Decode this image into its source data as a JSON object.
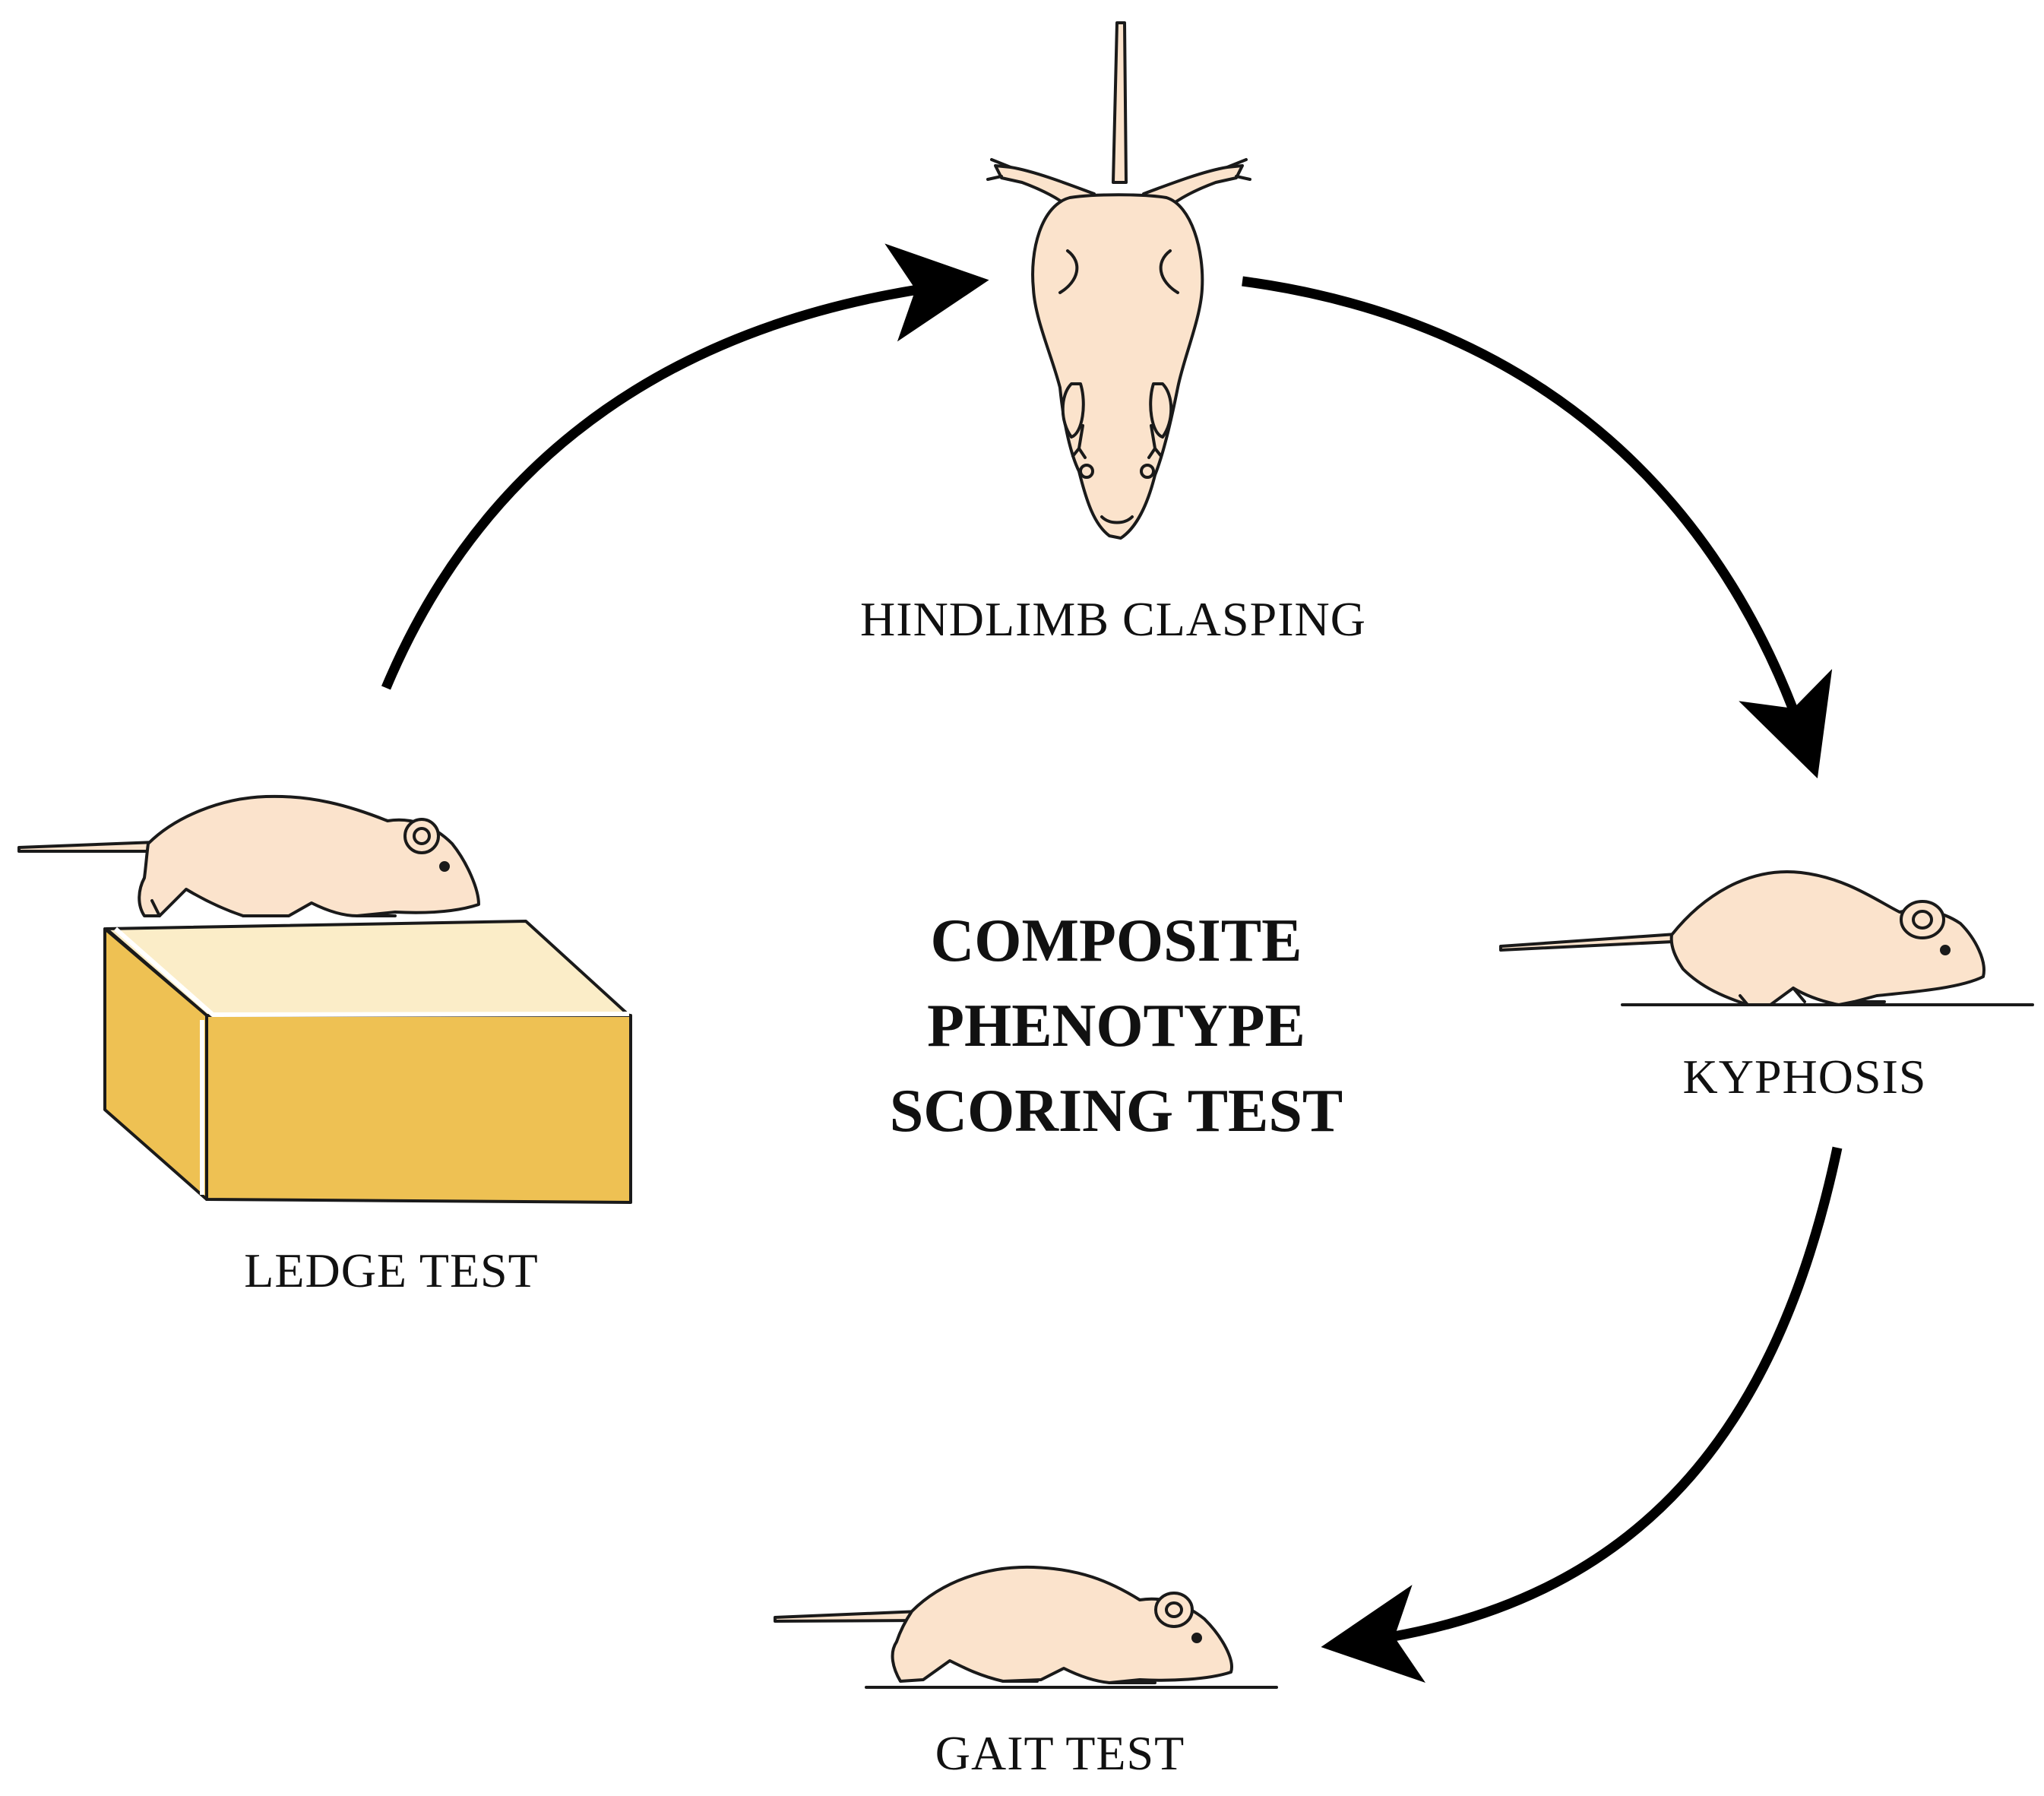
{
  "title": {
    "lines": [
      "COMPOSITE",
      "PHENOTYPE",
      "SCORING TEST"
    ]
  },
  "steps": [
    {
      "id": "hindlimb",
      "label": "HINDLIMB CLASPING"
    },
    {
      "id": "kyphosis",
      "label": "KYPHOSIS"
    },
    {
      "id": "gait",
      "label": "GAIT TEST"
    },
    {
      "id": "ledge",
      "label": "LEDGE TEST"
    }
  ],
  "colors": {
    "mouse_fill": "#fbe3cc",
    "outline": "#1a1a1a",
    "arrow": "#000000",
    "box_top": "#fbedc8",
    "box_front": "#eec153",
    "box_side": "#eec153"
  }
}
